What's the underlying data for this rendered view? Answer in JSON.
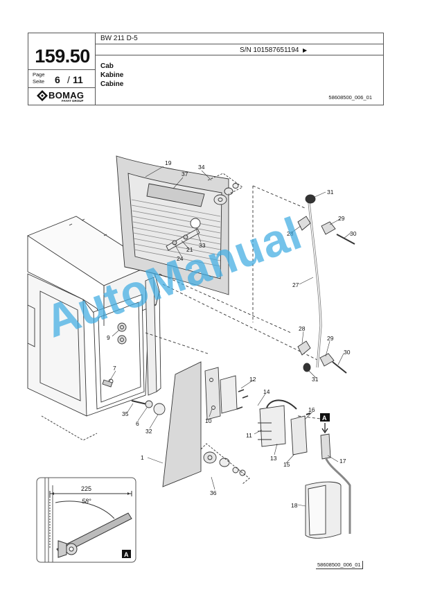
{
  "header": {
    "model": "BW 211 D-5",
    "serial": "S/N 101587651194",
    "serial_arrow": "▶",
    "page_number": "159.50",
    "page_label": "Page",
    "seite_label": "Seite",
    "page_current": "6",
    "page_separator": "/",
    "page_total": "11",
    "title_en": "Cab",
    "title_de": "Kabine",
    "title_fr": "Cabine",
    "drawing_code": "58608500_006_01"
  },
  "logo": {
    "brand": "BOMAG",
    "group": "FAYAT GROUP"
  },
  "watermark": "AutoManual",
  "figure_code": "58608500_006_01",
  "detail": {
    "label": "A",
    "dimension": "225",
    "angle": "58°"
  },
  "callouts": [
    "19",
    "37",
    "34",
    "31",
    "29",
    "30",
    "28",
    "33",
    "21",
    "24",
    "27",
    "9",
    "7",
    "28",
    "29",
    "30",
    "31",
    "12",
    "14",
    "10",
    "16",
    "35",
    "6",
    "32",
    "11",
    "13",
    "15",
    "17",
    "1",
    "36",
    "18",
    "A"
  ]
}
